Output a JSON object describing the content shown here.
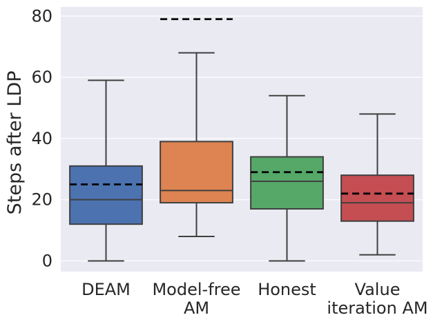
{
  "chart_data": {
    "type": "box",
    "ylabel": "Steps after LDP",
    "xlabel": "",
    "ylim": [
      -3.5,
      83
    ],
    "yticks": [
      0,
      20,
      40,
      60,
      80
    ],
    "grid": true,
    "categories": [
      {
        "lines": [
          "DEAM"
        ]
      },
      {
        "lines": [
          "Model-free",
          "AM"
        ]
      },
      {
        "lines": [
          "Honest"
        ]
      },
      {
        "lines": [
          "Value",
          "iteration AM"
        ]
      }
    ],
    "boxes": [
      {
        "whisker_low": 0,
        "q1": 12,
        "median": 20,
        "q3": 31,
        "whisker_high": 59,
        "mean": 25,
        "color": "#4c72b0"
      },
      {
        "whisker_low": 8,
        "q1": 19,
        "median": 23,
        "q3": 39,
        "whisker_high": 68,
        "mean": 79,
        "color": "#dd8452"
      },
      {
        "whisker_low": 0,
        "q1": 17,
        "median": 26,
        "q3": 34,
        "whisker_high": 54,
        "mean": 29,
        "color": "#55a868"
      },
      {
        "whisker_low": 2,
        "q1": 13,
        "median": 19,
        "q3": 28,
        "whisker_high": 48,
        "mean": 22,
        "color": "#c44e52"
      }
    ],
    "background_color": "#eaeaf2",
    "grid_color": "#ffffff",
    "line_color": "#3f3f3f",
    "mean_line_color": "#000000"
  }
}
